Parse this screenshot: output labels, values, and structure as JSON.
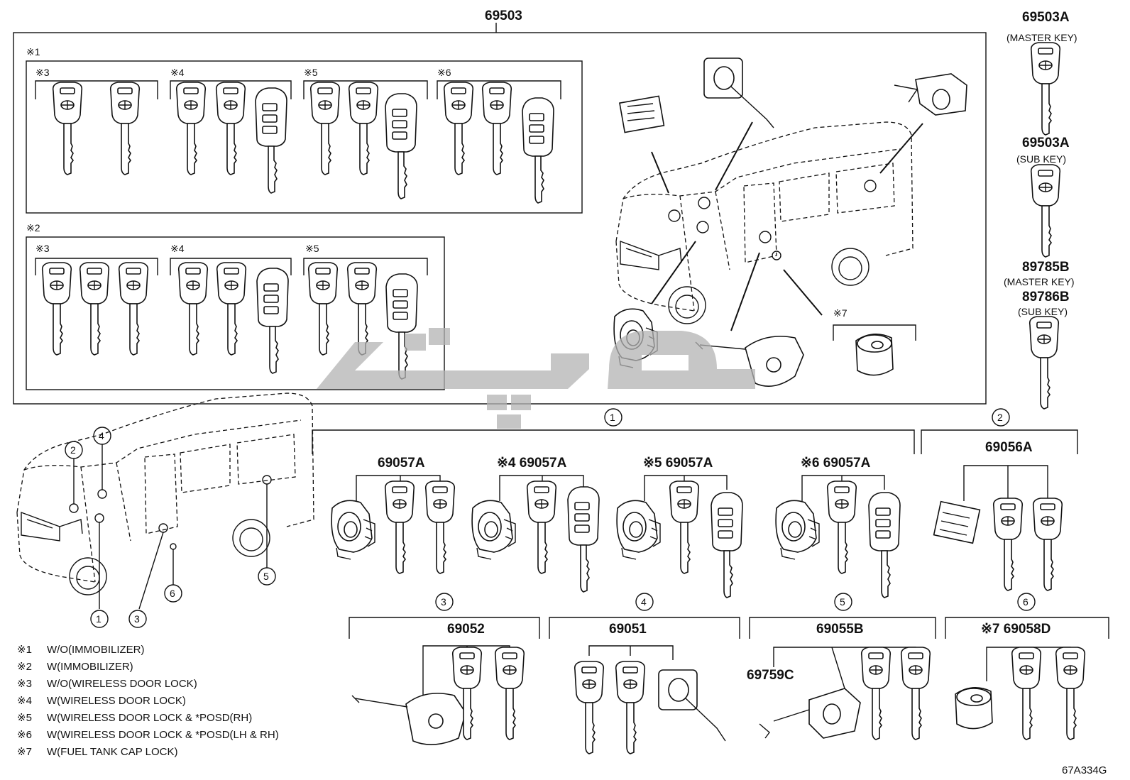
{
  "top_part": "69503",
  "right_parts": [
    {
      "part": "69503A",
      "desc": "(MASTER KEY)"
    },
    {
      "part": "69503A",
      "desc": "(SUB KEY)"
    },
    {
      "part": "89785B",
      "desc": "(MASTER KEY)"
    },
    {
      "part": "89786B",
      "desc": "(SUB KEY)"
    }
  ],
  "group1": {
    "mark": "※1",
    "subs": [
      "※3",
      "※4",
      "※5",
      "※6"
    ]
  },
  "group2": {
    "mark": "※2",
    "subs": [
      "※3",
      "※4",
      "※5"
    ]
  },
  "fuel_mark": "※7",
  "callouts": [
    "1",
    "2",
    "3",
    "4",
    "5",
    "6"
  ],
  "sets": [
    {
      "num": "1",
      "parts": [
        "69057A",
        "※4 69057A",
        "※5 69057A",
        "※6 69057A"
      ]
    },
    {
      "num": "2",
      "parts": [
        "69056A"
      ]
    },
    {
      "num": "3",
      "parts": [
        "69052"
      ]
    },
    {
      "num": "4",
      "parts": [
        "69051"
      ]
    },
    {
      "num": "5",
      "parts": [
        "69055B",
        "69759C"
      ]
    },
    {
      "num": "6",
      "parts": [
        "※7 69058D"
      ]
    }
  ],
  "notes": [
    {
      "mark": "※1",
      "text": "W/O(IMMOBILIZER)"
    },
    {
      "mark": "※2",
      "text": "W(IMMOBILIZER)"
    },
    {
      "mark": "※3",
      "text": "W/O(WIRELESS DOOR LOCK)"
    },
    {
      "mark": "※4",
      "text": "W(WIRELESS DOOR LOCK)"
    },
    {
      "mark": "※5",
      "text": "W(WIRELESS DOOR LOCK & *POSD(RH)"
    },
    {
      "mark": "※6",
      "text": "W(WIRELESS DOOR LOCK & *POSD(LH & RH)"
    },
    {
      "mark": "※7",
      "text": "W(FUEL TANK CAP LOCK)"
    }
  ],
  "drawing_code": "67A334G",
  "icons": [
    "key-icon",
    "remote-key-icon",
    "lock-cylinder-icon",
    "van-icon"
  ]
}
